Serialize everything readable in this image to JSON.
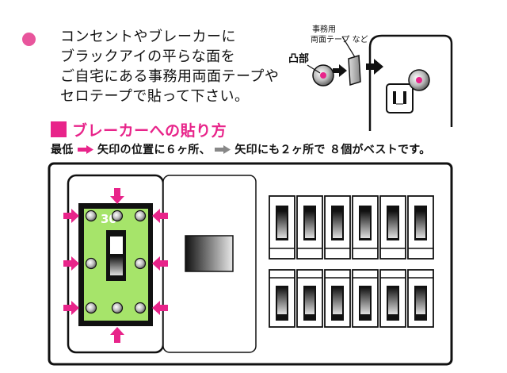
{
  "intro": {
    "lines": [
      "コンセントやブレーカーに",
      "ブラックアイの平らな面を",
      "ご自宅にある事務用両面テープや",
      "セロテープで貼って下さい。"
    ]
  },
  "outlet_diagram": {
    "tape_label_line1": "事務用",
    "tape_label_line2": "両面テープ など",
    "convex_label": "凸部"
  },
  "breaker_section": {
    "title": "ブレーカーへの貼り方",
    "instruction_part1": "最低",
    "instruction_part2": "矢印の位置に６ヶ所、",
    "instruction_part3": "矢印にも２ヶ所で ８個がベストです。",
    "main_breaker_label": "30"
  },
  "colors": {
    "accent_pink": "#e8248a",
    "dot_pink": "#e8559c",
    "breaker_green": "#a6e46a"
  }
}
